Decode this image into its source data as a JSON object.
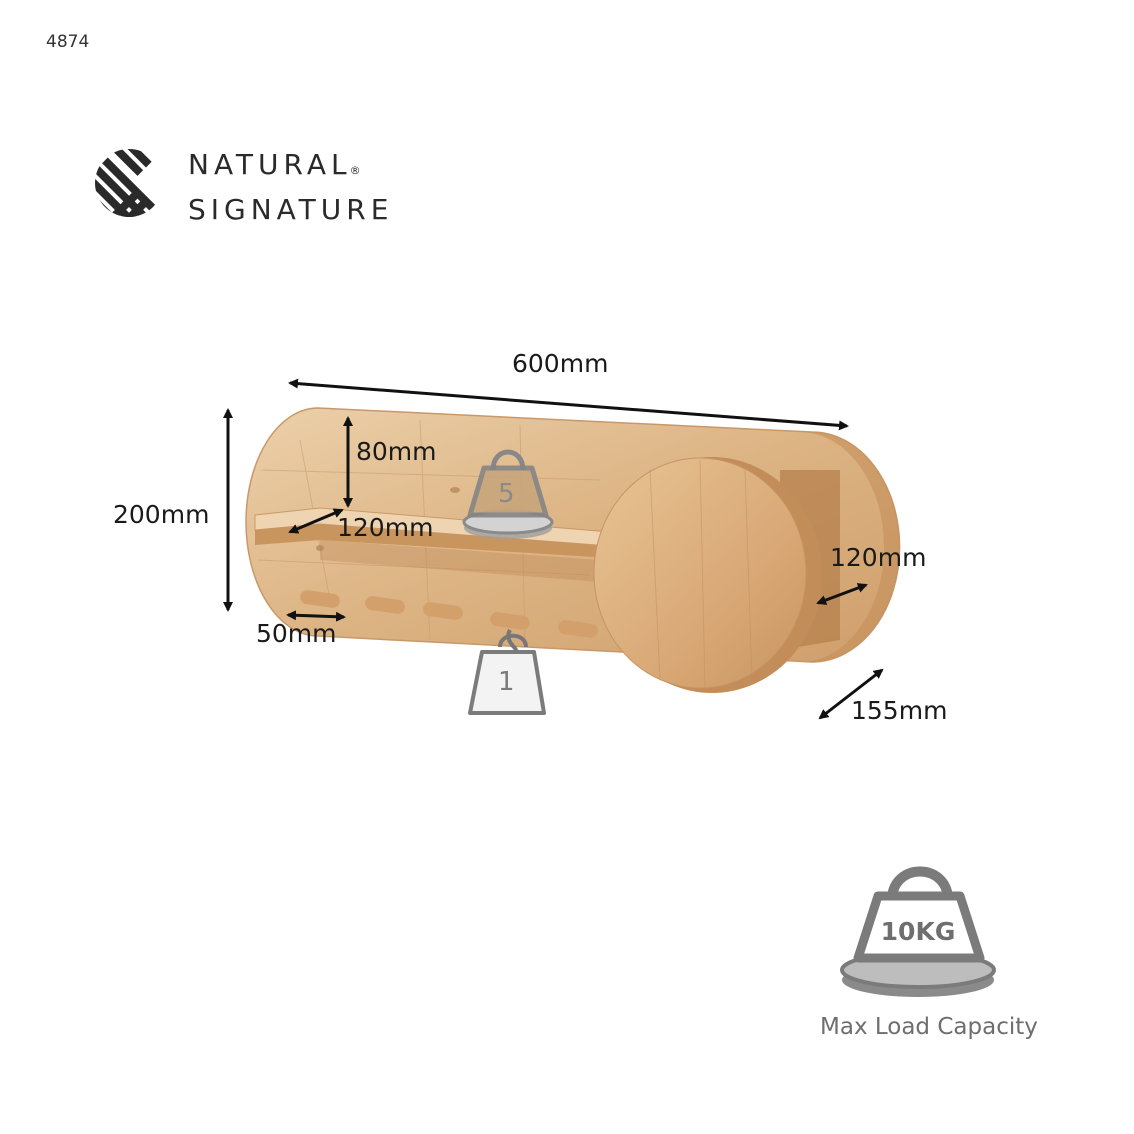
{
  "product_code": "4874",
  "brand": {
    "line1": "NATURAL",
    "line2": "SIGNATURE",
    "registered_mark": "®",
    "logo_icon": "striped-circle-logo-icon"
  },
  "dimensions": {
    "width": "600mm",
    "height": "200mm",
    "shelf_height": "80mm",
    "shelf_depth": "120mm",
    "board_depth": "120mm",
    "total_depth": "155mm",
    "peg_length": "50mm"
  },
  "loads": {
    "shelf_weight": "5",
    "peg_weight": "1",
    "max_weight": "10KG",
    "max_label": "Max Load Capacity"
  },
  "colors": {
    "wood_light": "#e9c9a0",
    "wood_mid": "#d9ad7c",
    "wood_dark": "#c4925f",
    "weight_icon": "#7b7b7b",
    "weight_icon_light": "#b3b3b3"
  }
}
